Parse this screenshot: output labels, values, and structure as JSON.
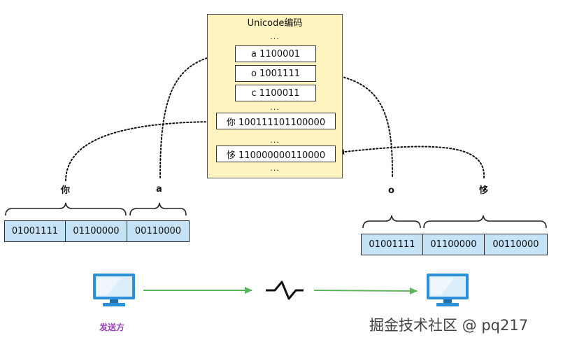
{
  "unicode_table": {
    "title": "Unicode编码",
    "ellipsis": "...",
    "entries": [
      {
        "label": "a 1100001"
      },
      {
        "label": "o 1001111"
      },
      {
        "label": "c 1100011"
      },
      {
        "label": "你 100111101100000"
      },
      {
        "label": "恀 110000000110000"
      }
    ]
  },
  "sender": {
    "chars": [
      "你",
      "a"
    ],
    "bytes": [
      "01001111",
      "01100000",
      "00110000"
    ],
    "label": "发送方"
  },
  "receiver": {
    "chars": [
      "o",
      "恀"
    ],
    "bytes": [
      "01001111",
      "01100000",
      "00110000"
    ]
  },
  "watermark": "掘金技术社区 @ pq217",
  "colors": {
    "panel_fill": "#fff3c0",
    "byte_fill": "#c5e2f7",
    "arrow_green": "#5bb35b",
    "label_purple": "#9a3fb5",
    "computer_blue": "#2d8fd6"
  },
  "icons": [
    "computer-icon",
    "signal-break-icon"
  ]
}
